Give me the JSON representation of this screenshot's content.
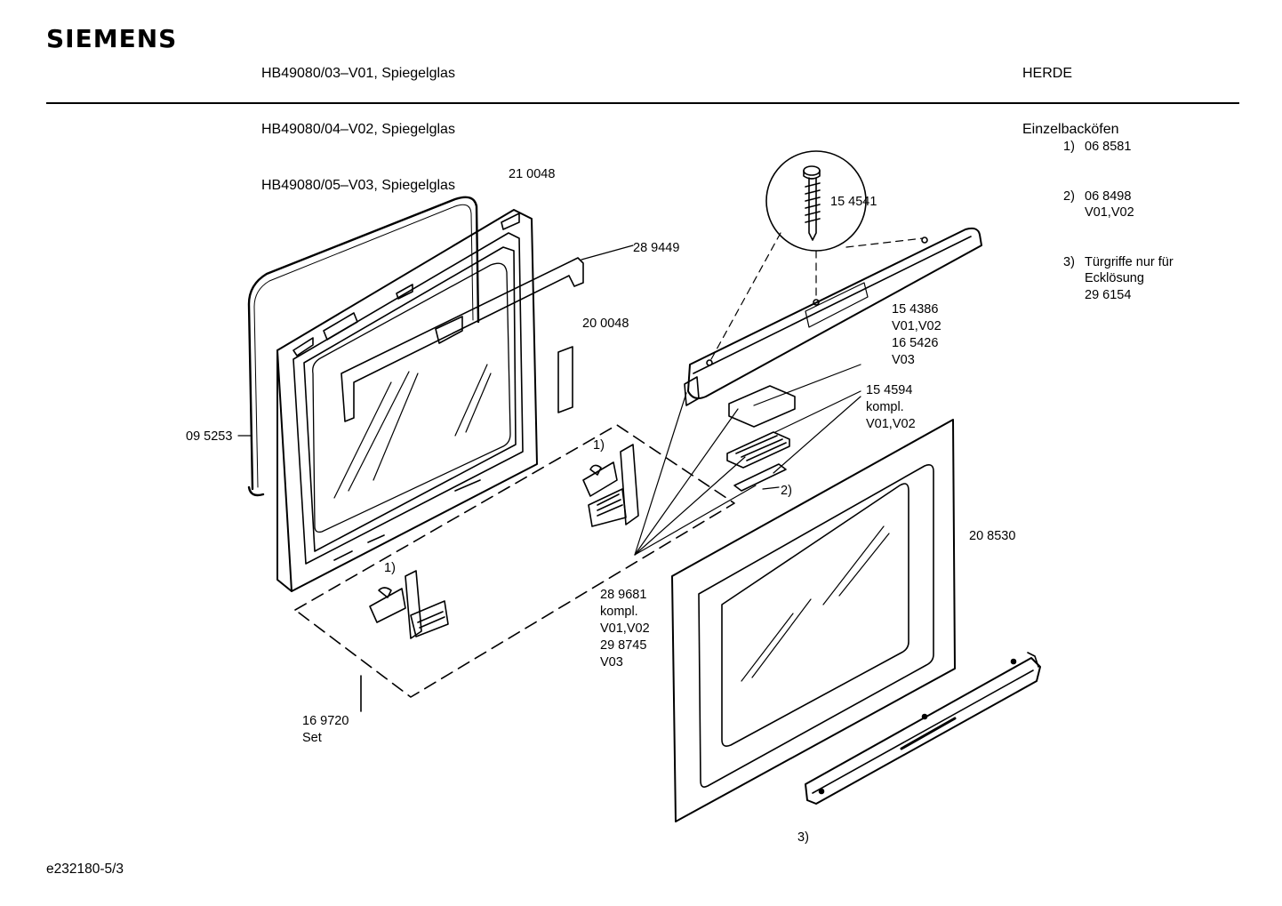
{
  "header": {
    "brand": "SIEMENS",
    "models": [
      "HB49080/03–V01, Spiegelglas",
      "HB49080/04–V02, Spiegelglas",
      "HB49080/05–V03, Spiegelglas"
    ],
    "category": "HERDE",
    "subcategory": "Einzelbacköfen"
  },
  "notes": [
    {
      "num": "1)",
      "lines": [
        "06 8581"
      ]
    },
    {
      "num": "2)",
      "lines": [
        "06 8498",
        "V01,V02"
      ]
    },
    {
      "num": "3)",
      "lines": [
        "Türgriffe nur für",
        "Ecklösung",
        "29 6154"
      ]
    }
  ],
  "parts": {
    "gasket": "09 5253",
    "inner_frame": "21 0048",
    "bracket": "28 9449",
    "strip": "20 0048",
    "screw": "15 4541",
    "top_profile": "15 4386\nV01,V02\n16 5426\nV03",
    "clip_set": "15 4594\nkompl.\nV01,V02",
    "note2_ref": "2)",
    "outer_glass": "20 8530",
    "door_set": "28 9681\nkompl.\nV01,V02\n29 8745\nV03",
    "hinge_ref_upper": "1)",
    "hinge_ref_lower": "1)",
    "hinge_set": "16 9720\nSet",
    "handle_ref": "3)"
  },
  "footer": {
    "drawing_id": "e232180-5/3"
  }
}
